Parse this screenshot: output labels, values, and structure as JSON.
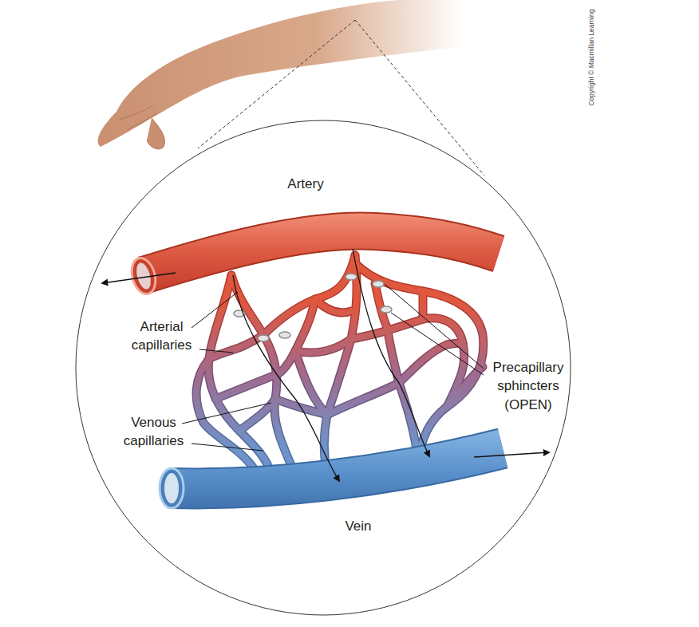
{
  "diagram": {
    "labels": [
      "Artery",
      "Arterial capillaries",
      "Venous capillaries",
      "Precapillary sphincters (OPEN)",
      "Vein",
      "Copyright © Macmillan Learning"
    ]
  }
}
